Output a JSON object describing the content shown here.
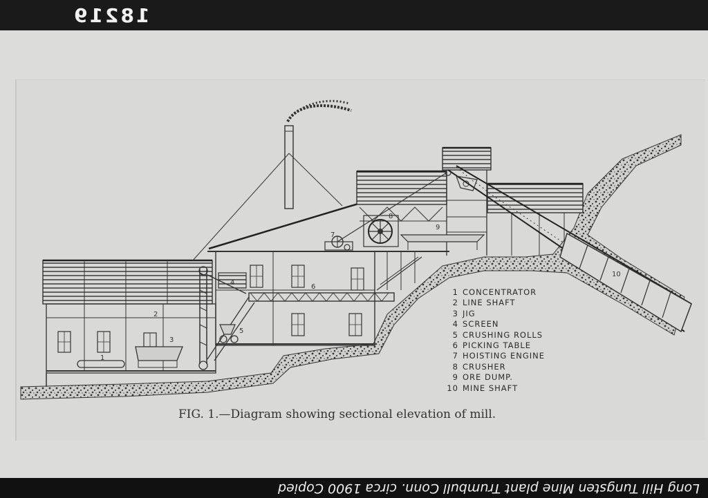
{
  "plate_number": "18219",
  "figure_caption": "FIG. 1.—Diagram showing sectional elevation of mill.",
  "bottom_caption": "Long Hill Tungsten Mine plant Trumbull Conn. circa 1900 Copied",
  "legend": [
    {
      "num": "1",
      "label": "CONCENTRATOR"
    },
    {
      "num": "2",
      "label": "LINE SHAFT"
    },
    {
      "num": "3",
      "label": "JIG"
    },
    {
      "num": "4",
      "label": "SCREEN"
    },
    {
      "num": "5",
      "label": "CRUSHING ROLLS"
    },
    {
      "num": "6",
      "label": "PICKING TABLE"
    },
    {
      "num": "7",
      "label": "HOISTING ENGINE"
    },
    {
      "num": "8",
      "label": "CRUSHER"
    },
    {
      "num": "9",
      "label": "ORE DUMP."
    },
    {
      "num": "10",
      "label": "MINE SHAFT"
    }
  ],
  "callouts": {
    "n1": "1",
    "n2": "2",
    "n3": "3",
    "n4": "4",
    "n5": "5",
    "n6": "6",
    "n7": "7",
    "n8": "8",
    "n9": "9",
    "n10": "10"
  },
  "colors": {
    "ink": "#3a3a3a",
    "paper": "#d9d9d7",
    "film": "#1a1a1a"
  }
}
